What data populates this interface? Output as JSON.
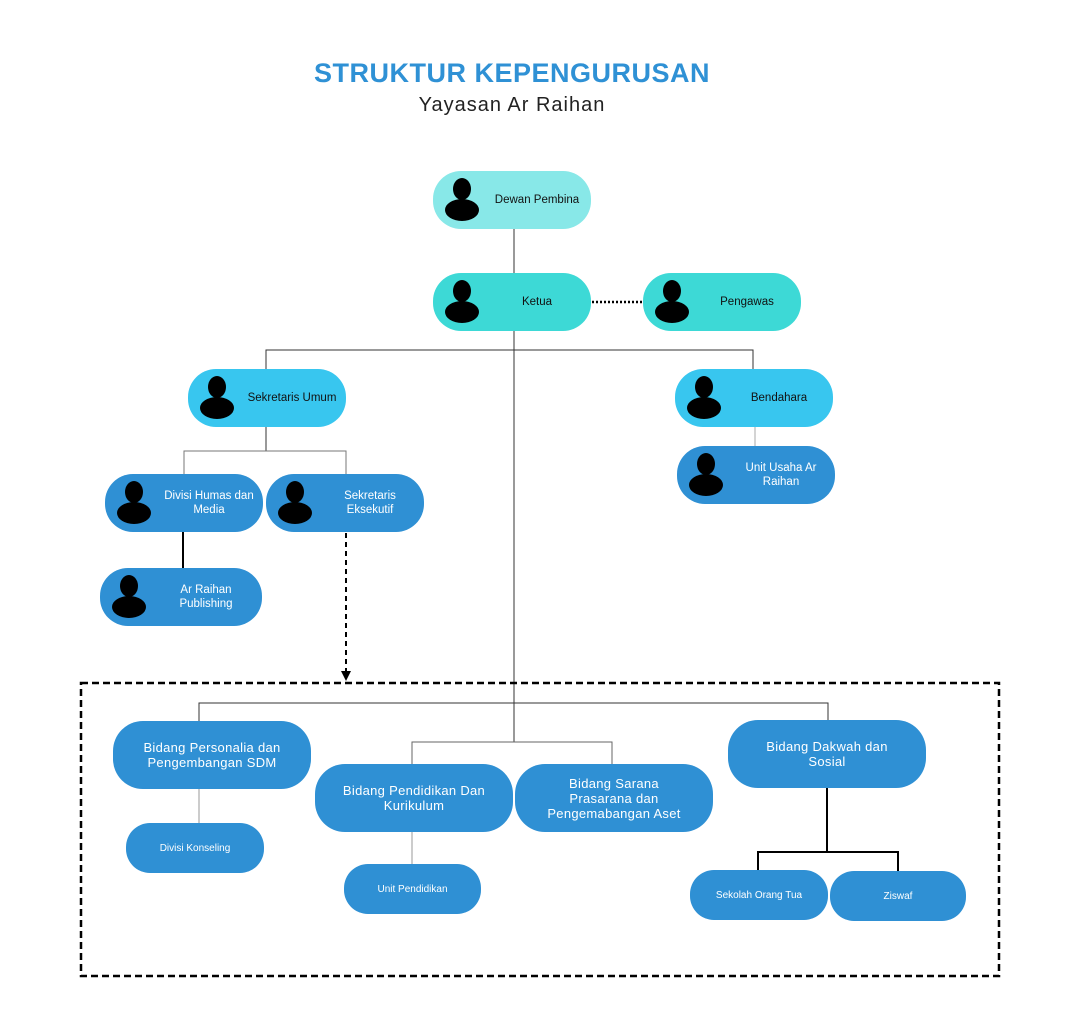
{
  "header": {
    "title": "STRUKTUR KEPENGURUSAN",
    "subtitle": "Yayasan Ar Raihan"
  },
  "nodes": {
    "dewan_pembina": "Dewan Pembina",
    "ketua": "Ketua",
    "pengawas": "Pengawas",
    "sekretaris_umum": "Sekretaris Umum",
    "bendahara": "Bendahara",
    "unit_usaha": "Unit Usaha Ar Raihan",
    "divisi_humas": "Divisi Humas dan Media",
    "sekretaris_eksekutif": "Sekretaris Eksekutif",
    "ar_raihan_publishing": "Ar Raihan Publishing",
    "bidang_personalia": "Bidang Personalia dan Pengembangan SDM",
    "bidang_pendidikan": "Bidang Pendidikan Dan Kurikulum",
    "bidang_sarana": "Bidang Sarana Prasarana dan Pengemabangan Aset",
    "bidang_dakwah": "Bidang Dakwah dan Sosial",
    "divisi_konseling": "Divisi Konseling",
    "unit_pendidikan": "Unit Pendidikan",
    "sekolah_orang_tua": "Sekolah Orang Tua",
    "ziswaf": "Ziswaf"
  },
  "colors": {
    "title": "#2f91d5",
    "level1": "#88e8e8",
    "level2": "#3dd9d6",
    "level3": "#38c6ef",
    "level4": "#2f90d4"
  }
}
